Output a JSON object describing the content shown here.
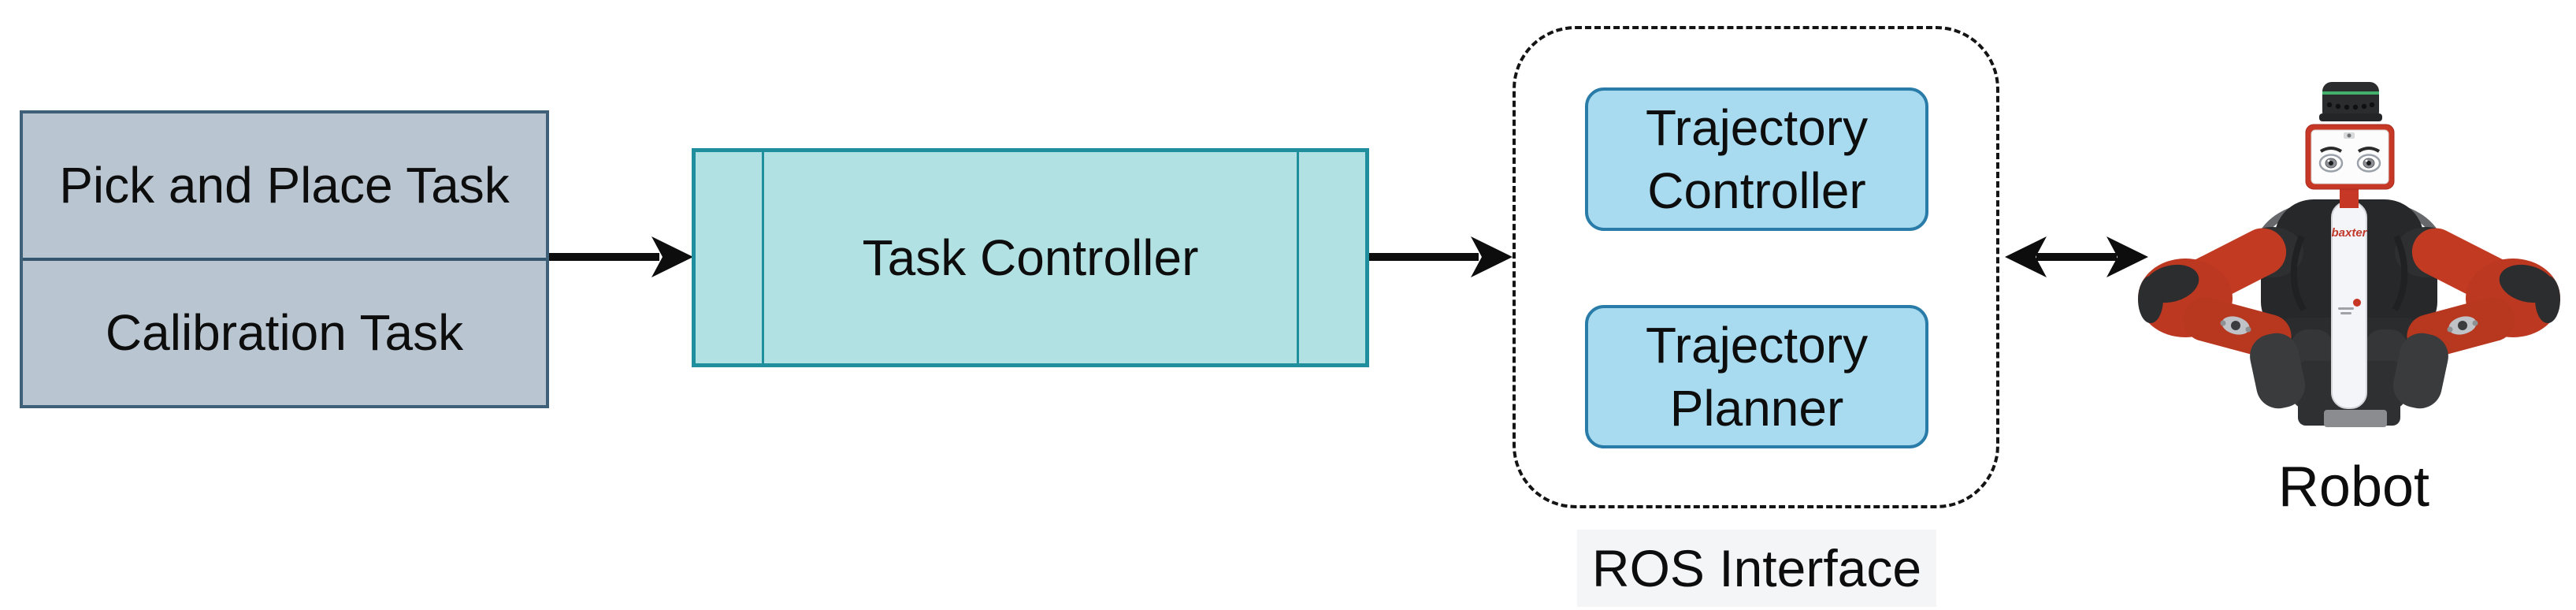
{
  "diagram": {
    "task_list": {
      "items": [
        {
          "label": "Pick and Place Task"
        },
        {
          "label": "Calibration Task"
        }
      ]
    },
    "task_controller": {
      "label": "Task Controller"
    },
    "ros_interface": {
      "title": "ROS Interface",
      "nodes": [
        {
          "label": "Trajectory Controller"
        },
        {
          "label": "Trajectory Planner"
        }
      ]
    },
    "robot": {
      "label": "Robot",
      "brand": "baxter"
    },
    "colors": {
      "task_list_fill": "#b9c6d1",
      "task_list_border": "#3e6078",
      "task_controller_fill": "#b2e1e3",
      "task_controller_border": "#1f8f9e",
      "ros_node_fill": "#a8daf0",
      "ros_node_border": "#2a7ca8",
      "ros_label_background": "#f4f5f7",
      "dashed_border": "#141414",
      "arrow": "#0d0d0d",
      "robot_red": "#c73726",
      "robot_dark": "#2b2c2e",
      "robot_green_ring": "#43b06b"
    }
  }
}
